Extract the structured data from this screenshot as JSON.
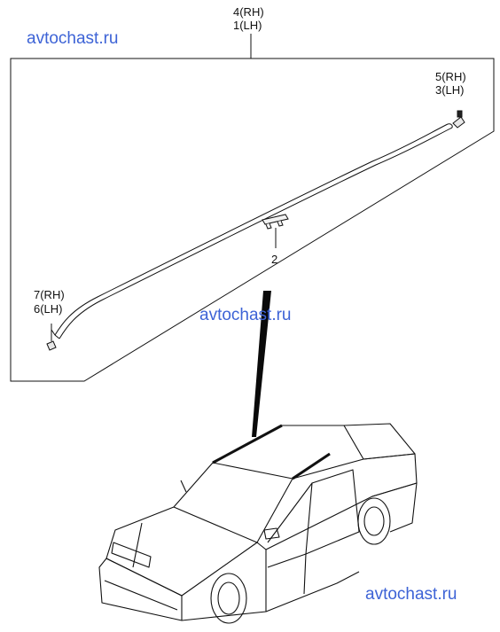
{
  "watermarks": {
    "top": "avtochast.ru",
    "middle": "avtochast.ru",
    "bottom": "avtochast.ru"
  },
  "callouts": {
    "main_molding": {
      "rh": "4(RH)",
      "lh": "1(LH)"
    },
    "rear_end_cap": {
      "rh": "5(RH)",
      "lh": "3(LH)"
    },
    "clip": {
      "number": "2"
    },
    "front_end_cap": {
      "rh": "7(RH)",
      "lh": "6(LH)"
    }
  },
  "colors": {
    "line": "#111111",
    "watermark": "#3d63d6",
    "background": "#ffffff"
  }
}
